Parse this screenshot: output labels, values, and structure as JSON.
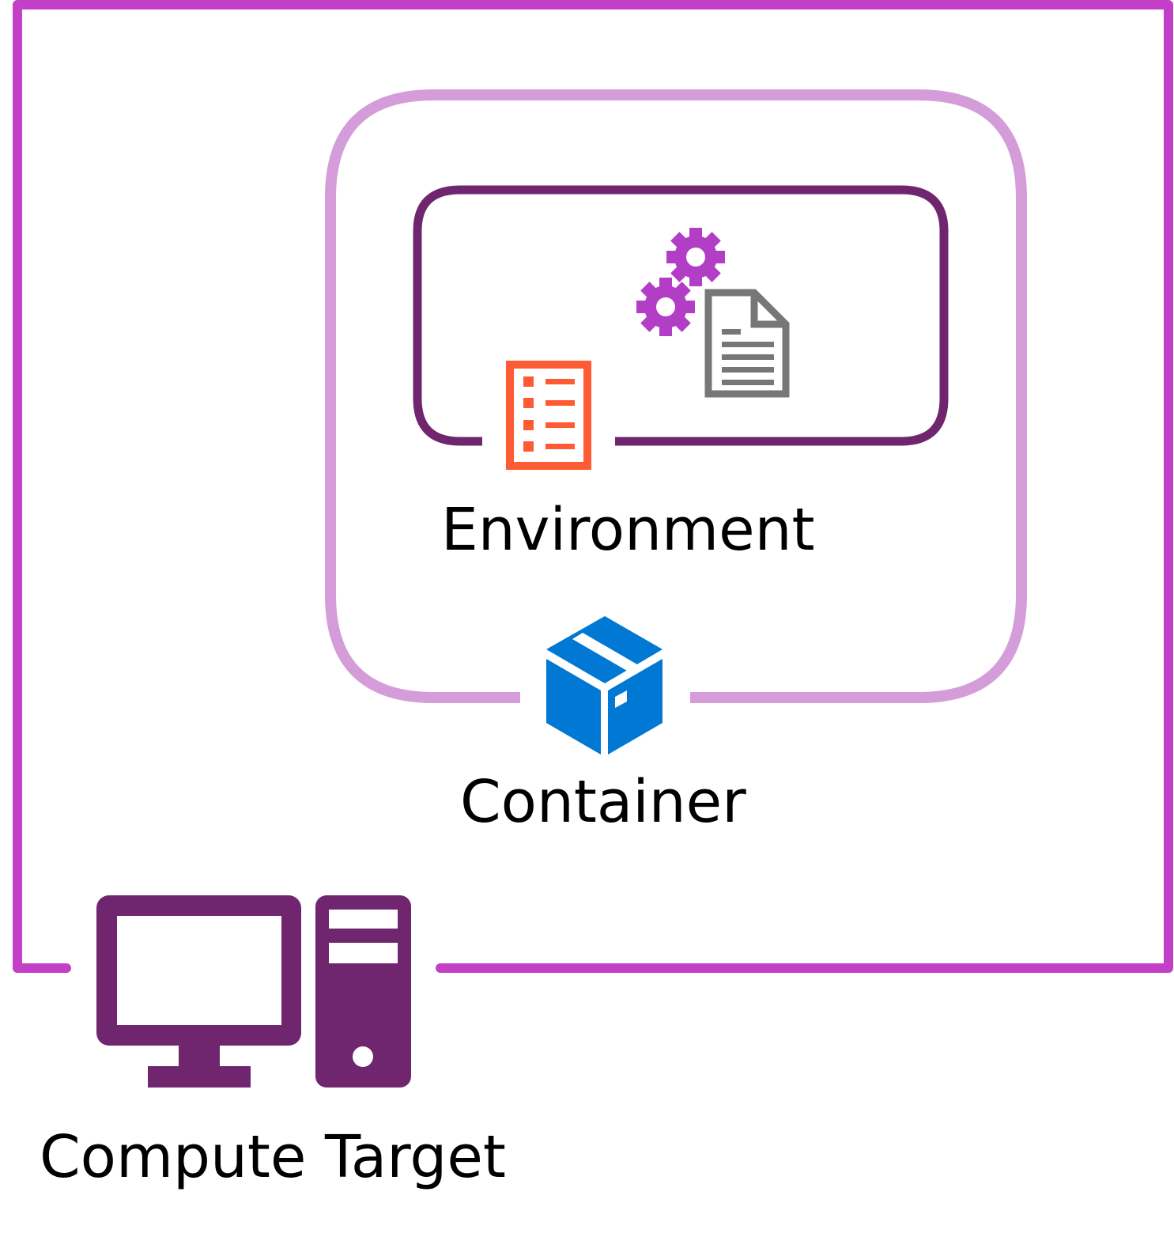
{
  "labels": {
    "environment": "Environment",
    "container": "Container",
    "compute_target": "Compute Target"
  },
  "colors": {
    "compute_border": "#c33fc7",
    "container_border": "#d49cd8",
    "environment_border": "#70266f",
    "gear": "#b23ec6",
    "document": "#777777",
    "checklist": "#fe5a33",
    "package": "#0078d4",
    "computer": "#70266f"
  },
  "icons": {
    "gears": "gears-icon",
    "document": "document-icon",
    "checklist": "checklist-icon",
    "package": "package-icon",
    "monitor": "monitor-icon",
    "tower": "pc-tower-icon"
  }
}
